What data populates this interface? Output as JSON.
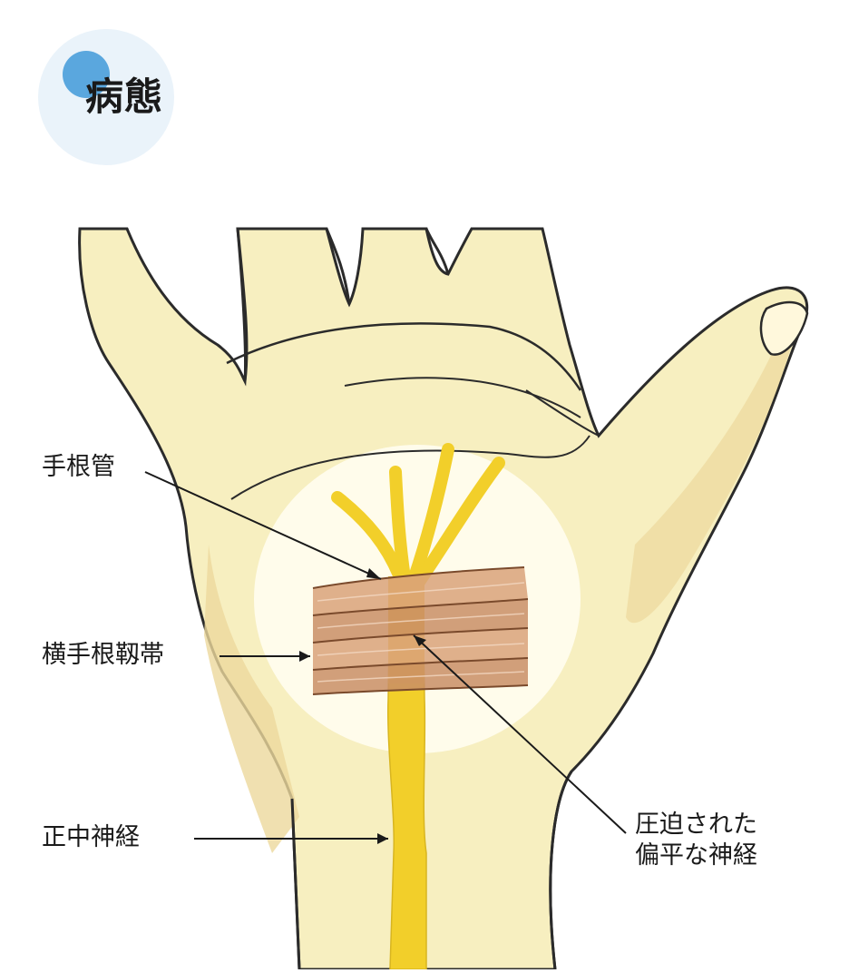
{
  "header": {
    "title": "病態"
  },
  "diagram": {
    "labels": {
      "carpal_tunnel": "手根管",
      "transverse_carpal_ligament": "横手根靱帯",
      "median_nerve": "正中神経",
      "compressed_nerve_line1": "圧迫された",
      "compressed_nerve_line2": "偏平な神経"
    },
    "colors": {
      "skin": "#f7efc0",
      "skin_shadow": "#e8d59a",
      "outline": "#2b2b2b",
      "nerve": "#f2cf2a",
      "ligament": "#d9a27a",
      "accent": "#5aa7de"
    }
  }
}
